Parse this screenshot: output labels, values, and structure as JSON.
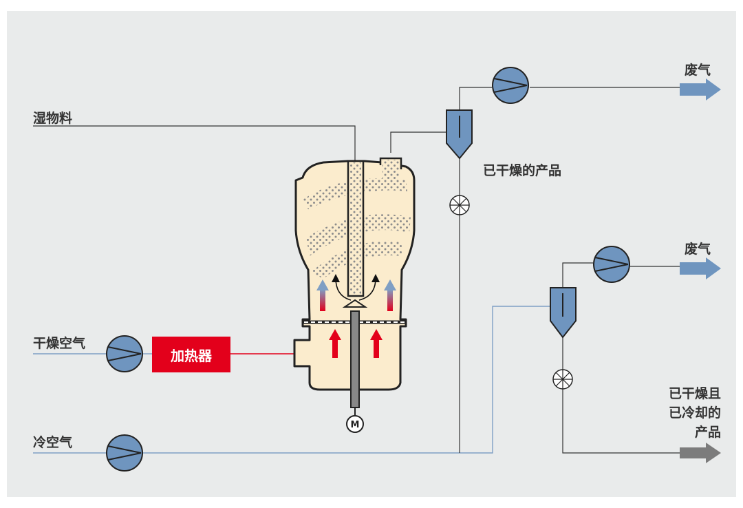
{
  "labels": {
    "wet_material": "湿物料",
    "drying_air": "干燥空气",
    "cold_air": "冷空气",
    "heater": "加热器",
    "exhaust_top": "废气",
    "dried_product": "已干燥的产品",
    "exhaust_bottom": "废气",
    "dried_cooled_line1": "已干燥且",
    "dried_cooled_line2": "已冷却的",
    "dried_cooled_line3": "产品",
    "motor": "M"
  },
  "colors": {
    "background": "#e9ebeb",
    "vessel_fill": "#fbeccd",
    "pump_fill": "#6f95bf",
    "cyclone_fill": "#6f95bf",
    "air_line": "#7f9fc4",
    "heat_line": "#e3001b",
    "heater_fill": "#e3001b",
    "arrow_blue": "#6f95bf",
    "arrow_gray": "#7c7c7c",
    "particle": "#8c8c8c",
    "hot_arrow": "#e3001b"
  }
}
